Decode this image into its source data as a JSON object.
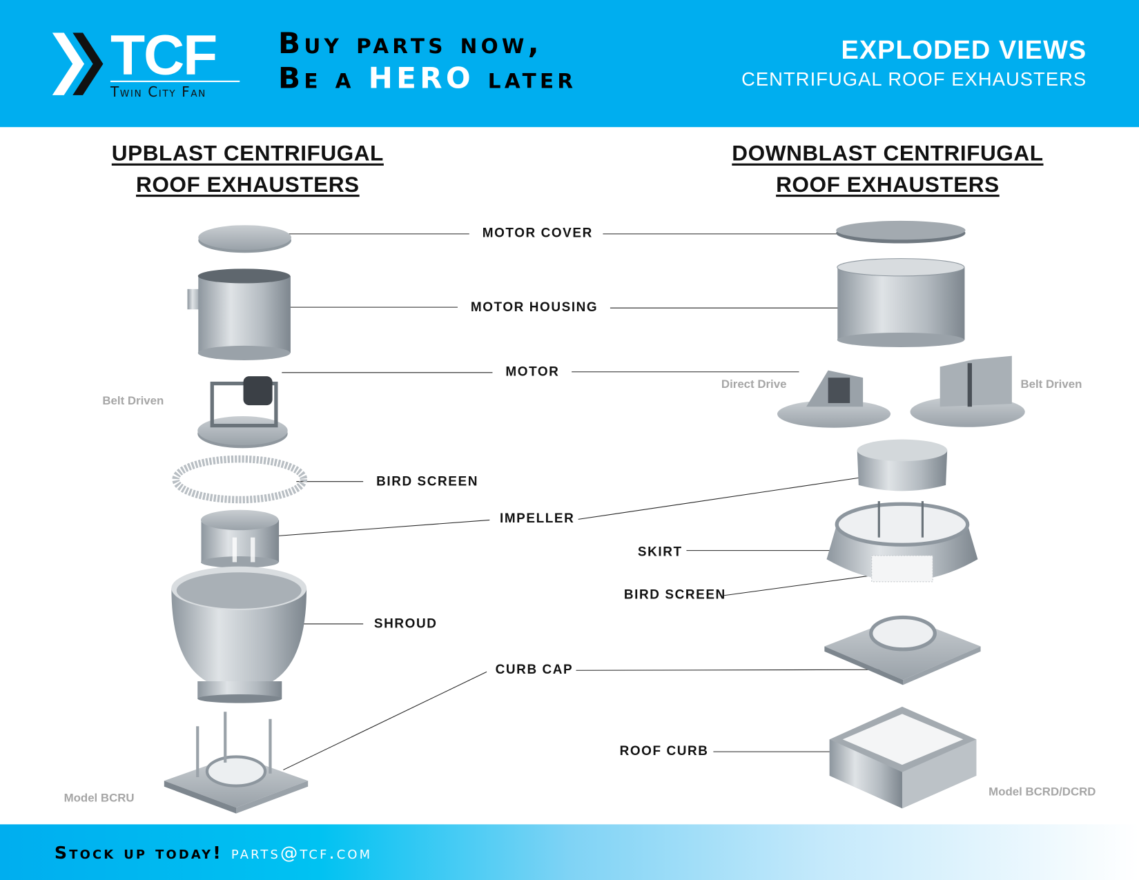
{
  "header": {
    "logo": {
      "brand": "TCF",
      "name": "Twin City Fan"
    },
    "tagline": {
      "line1": "Buy parts now,",
      "line2_pre": "Be a ",
      "line2_hero": "HERO",
      "line2_post": " later"
    },
    "title": "EXPLODED VIEWS",
    "subtitle": "CENTRIFUGAL ROOF EXHAUSTERS"
  },
  "colors": {
    "brand_blue": "#00aeef"
  },
  "upblast": {
    "title_line1": "UPBLAST CENTRIFUGAL",
    "title_line2": "ROOF EXHAUSTERS",
    "note_drive": "Belt Driven",
    "model": "Model BCRU"
  },
  "downblast": {
    "title_line1": "DOWNBLAST CENTRIFUGAL",
    "title_line2": "ROOF EXHAUSTERS",
    "note_direct": "Direct Drive",
    "note_belt": "Belt Driven",
    "model": "Model BCRD/DCRD"
  },
  "labels": {
    "motor_cover": "MOTOR COVER",
    "motor_housing": "MOTOR HOUSING",
    "motor": "MOTOR",
    "bird_screen_left": "BIRD SCREEN",
    "impeller": "IMPELLER",
    "skirt": "SKIRT",
    "bird_screen_right": "BIRD SCREEN",
    "shroud": "SHROUD",
    "curb_cap": "CURB CAP",
    "roof_curb": "ROOF CURB"
  },
  "footer": {
    "cta": "Stock up today!",
    "email": "parts@tcf.com"
  }
}
